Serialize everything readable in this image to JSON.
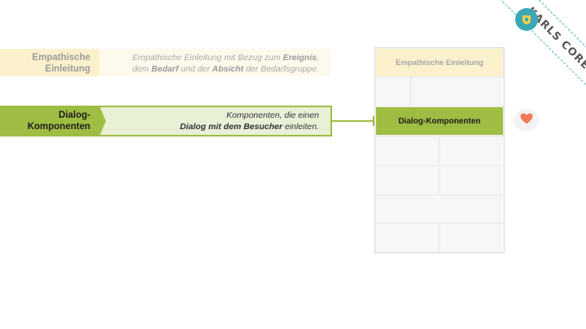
{
  "rows": [
    {
      "label_line1": "Empathische",
      "label_line2": "Einleitung",
      "desc_line1_pre": "Empathische Einleitung mit Bezug zum ",
      "desc_line1_bold": "Ereignis",
      "desc_line1_post": ",",
      "desc_line2_pre": "dem ",
      "desc_line2_bold1": "Bedarf",
      "desc_line2_mid": " und der ",
      "desc_line2_bold2": "Absicht",
      "desc_line2_post": " der Bedarfsgruppe."
    },
    {
      "label_line1": "Dialog-",
      "label_line2": "Komponenten",
      "desc_line1": "Komponenten, die einen",
      "desc_line2_bold": "Dialog mit dem Besucher",
      "desc_line2_post": " einleiten."
    }
  ],
  "wireframe": {
    "header_label": "Empathische Einleitung",
    "active_label": "Dialog-Komponenten"
  },
  "ribbon": {
    "text": "KARLS CORE",
    "icon": "karls-logo-icon"
  },
  "bubble": {
    "icon": "heart-icon"
  },
  "colors": {
    "accent_green": "#9fbd43",
    "pale_yellow": "#fbf1cd",
    "ribbon_teal": "#4fb3bf",
    "heart": "#f07a5a"
  }
}
